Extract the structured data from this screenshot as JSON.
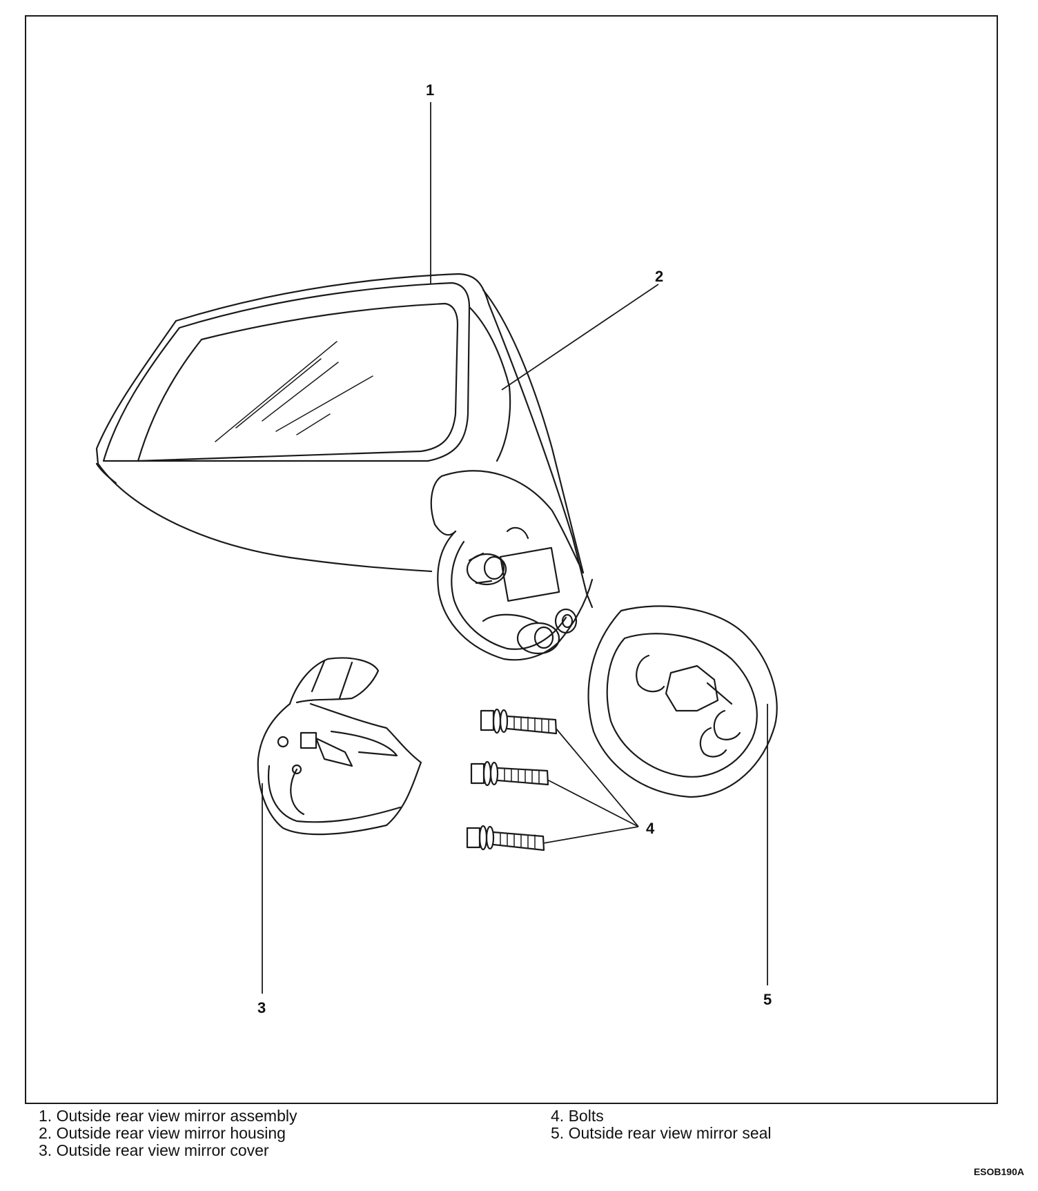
{
  "callouts": {
    "c1": "1",
    "c2": "2",
    "c3": "3",
    "c4": "4",
    "c5": "5"
  },
  "legend": {
    "left": [
      "1. Outside rear view mirror assembly",
      "2. Outside rear view mirror housing",
      "3. Outside rear view mirror cover"
    ],
    "right": [
      "4. Bolts",
      "5. Outside rear view mirror seal"
    ]
  },
  "figure_code": "ESOB190A"
}
